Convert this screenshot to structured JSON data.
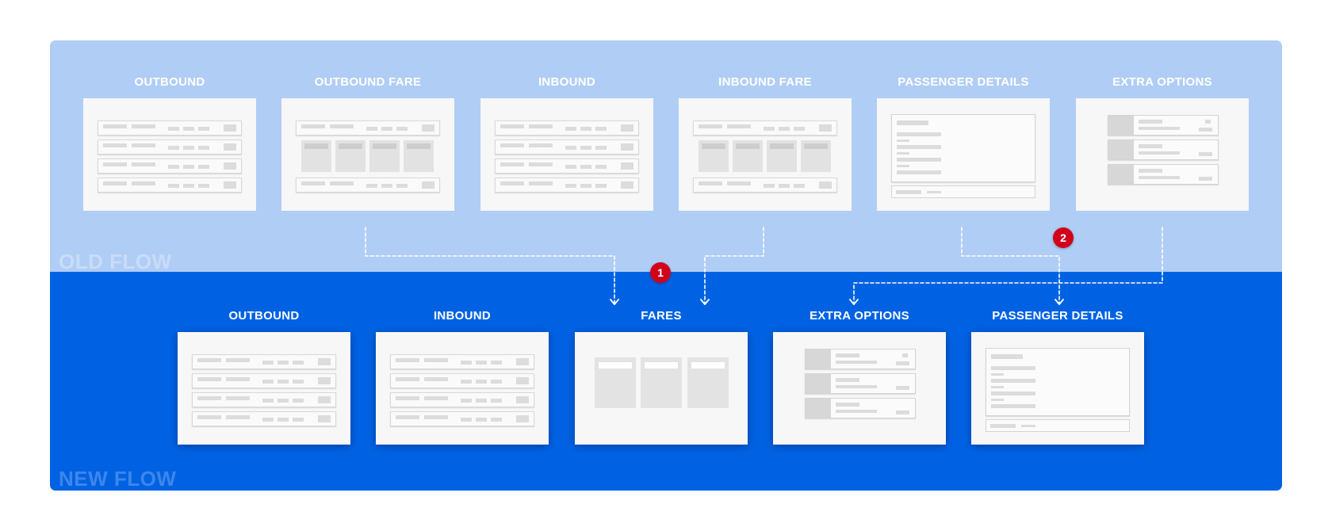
{
  "old_flow": {
    "label": "OLD FLOW",
    "steps": [
      "OUTBOUND",
      "OUTBOUND FARE",
      "INBOUND",
      "INBOUND FARE",
      "PASSENGER DETAILS",
      "EXTRA OPTIONS"
    ]
  },
  "new_flow": {
    "label": "NEW FLOW",
    "steps": [
      "OUTBOUND",
      "INBOUND",
      "FARES",
      "EXTRA OPTIONS",
      "PASSENGER DETAILS"
    ]
  },
  "annotations": [
    "1",
    "2"
  ],
  "colors": {
    "old_band": "#b0cdf5",
    "new_band": "#0062e3",
    "card": "#f7f7f7",
    "badge": "#d0021b",
    "connector": "#ffffff"
  }
}
